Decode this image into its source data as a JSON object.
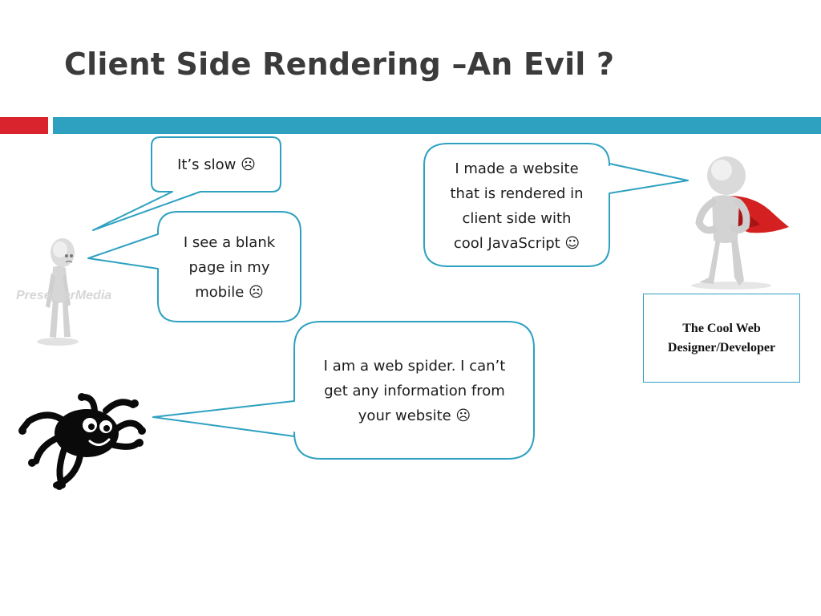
{
  "slide": {
    "title": "Client Side Rendering –An Evil ?",
    "accent_red": "#d9232d",
    "accent_teal": "#2ea1c1"
  },
  "bubbles": {
    "slow": "It’s slow ☹",
    "blank_line1": "I see a blank",
    "blank_line2": "page in my",
    "blank_line3": "mobile ☹",
    "designer_line1": "I made a website",
    "designer_line2": "that is rendered in",
    "designer_line3": "client side with",
    "designer_line4": "cool JavaScript ☺",
    "spider_line1": "I am a web spider. I can’t",
    "spider_line2": "get any information from",
    "spider_line3": "your website ☹"
  },
  "designer_label": {
    "line1": "The Cool Web",
    "line2": "Designer/Developer"
  },
  "watermark": "PresenterMedia",
  "figures": {
    "sad_user": "sad-stick-figure",
    "superhero": "superhero-stick-figure-with-red-cape",
    "spider": "cartoon-spider"
  }
}
